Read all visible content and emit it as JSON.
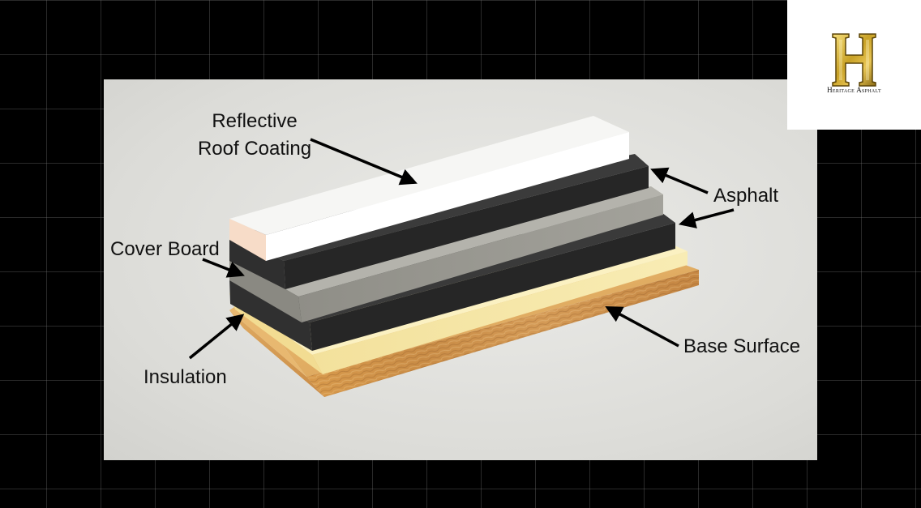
{
  "labels": {
    "reflective_line1": "Reflective",
    "reflective_line2": "Roof Coating",
    "asphalt": "Asphalt",
    "cover_board": "Cover Board",
    "insulation": "Insulation",
    "base_surface": "Base Surface"
  },
  "logo": {
    "letter": "H",
    "brand": "Heritage Asphalt",
    "gold_color": "#c9a227"
  },
  "colors": {
    "reflective": "#fbfbfb",
    "asphalt": "#2a2a2a",
    "cover_board": "#9c9b94",
    "insulation": "#f7eaa9",
    "base_surface": "#d9a25a"
  }
}
